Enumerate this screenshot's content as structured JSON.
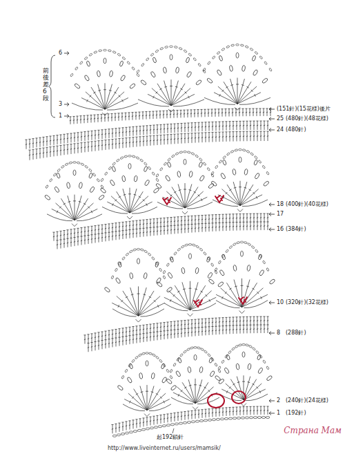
{
  "diagram": {
    "labels": [
      "6",
      "3",
      "1",
      "前後差6段",
      "(151針)(15花様)後片",
      "25",
      "(480針)(48花様)",
      "24",
      "(480針)",
      "18",
      "(400針)(40花様)",
      "17",
      "16",
      "(384針)",
      "10",
      "(320針)(32花様)",
      "8",
      "(288針)",
      "2",
      "(240針)(24花様)",
      "1",
      "(192針)",
      "起192鎖針",
      "Страна Мам",
      "http://www.liveinternet.ru/users/mamsik/"
    ]
  }
}
